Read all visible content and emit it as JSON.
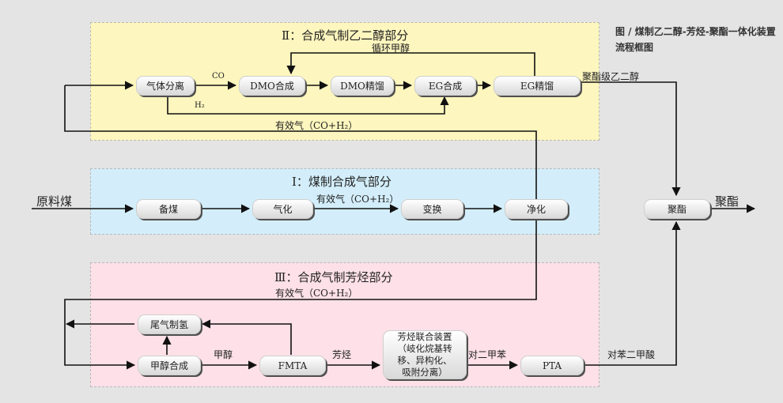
{
  "caption": "图 / 煤制乙二醇-芳烃-聚酯一体化装置流程框图",
  "zones": {
    "top": "Ⅱ：合成气制乙二醇部分",
    "middle": "Ⅰ：煤制合成气部分",
    "bottom": "Ⅲ：合成气制芳烃部分"
  },
  "nodes": {
    "gas_separation": "气体分离",
    "dmo_synthesis": "DMO合成",
    "dmo_distillation": "DMO精馏",
    "eg_synthesis": "EG合成",
    "eg_distillation": "EG精馏",
    "coal_prep": "备煤",
    "gasification": "气化",
    "shift": "变换",
    "purification": "净化",
    "polyester_unit": "聚酯",
    "tailgas_h2": "尾气制氢",
    "methanol_synthesis": "甲醇合成",
    "fmta": "FMTA",
    "aromatics_unit": "芳烃联合装置\n（岐化烷基转\n移、异构化、\n吸附分离）",
    "pta": "PTA"
  },
  "labels": {
    "co": "CO",
    "h2": "H₂",
    "recycle_methanol": "循环甲醇",
    "polyester_grade_eg": "聚酯级乙二醇",
    "effective_gas_top": "有效气（CO+H₂）",
    "raw_coal": "原料煤",
    "effective_gas_mid": "有效气（CO+H₂）",
    "polyester_output": "聚酯",
    "effective_gas_bottom": "有效气（CO+H₂）",
    "methanol": "甲醇",
    "aromatics": "芳烃",
    "paraxylene": "对二甲苯",
    "pta_acid": "对苯二甲酸"
  }
}
